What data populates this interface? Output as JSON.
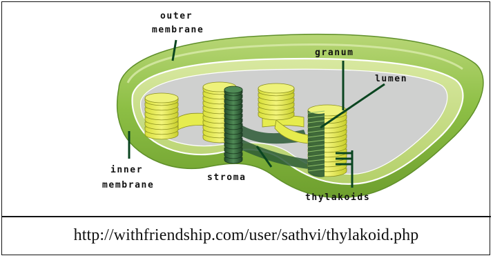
{
  "diagram": {
    "labels": {
      "outer_membrane_1": "outer",
      "outer_membrane_2": "membrane",
      "granum": "granum",
      "lumen": "lumen",
      "inner_membrane_1": "inner",
      "inner_membrane_2": "membrane",
      "stroma": "stroma",
      "thylakoids": "thylakoids"
    }
  },
  "caption": "http://withfriendship.com/user/sathvi/thylakoid.php",
  "colors": {
    "outer_green": "#8dbf45",
    "inner_green": "#c7de86",
    "stroma_gray": "#cfd0cf",
    "disc_yellow": "#e6ec4e",
    "disc_dark": "#2d5b36",
    "label_line": "#0a4520"
  }
}
